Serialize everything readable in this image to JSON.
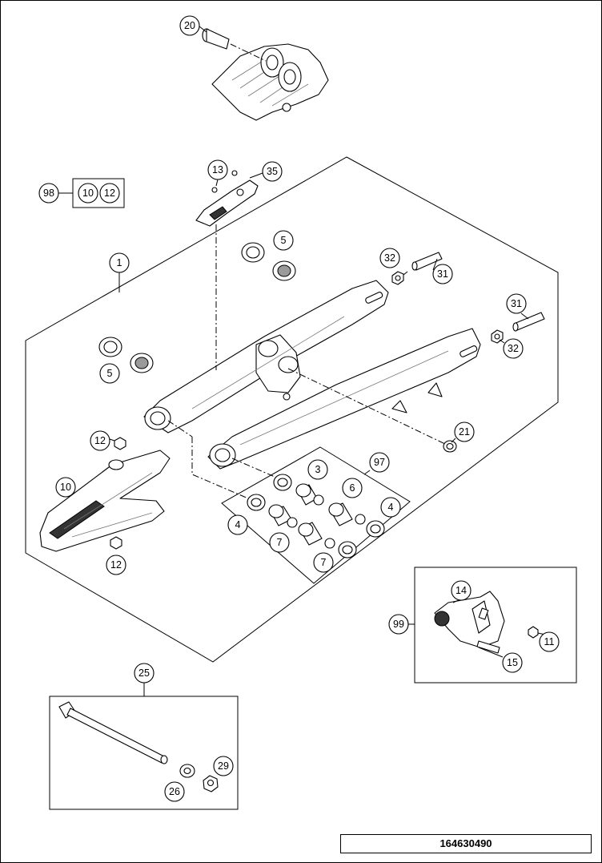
{
  "callouts": [
    {
      "id": "c20",
      "label": "20"
    },
    {
      "id": "c13",
      "label": "13"
    },
    {
      "id": "c35",
      "label": "35"
    },
    {
      "id": "c98",
      "label": "98"
    },
    {
      "id": "c10a",
      "label": "10"
    },
    {
      "id": "c12a",
      "label": "12"
    },
    {
      "id": "c1",
      "label": "1"
    },
    {
      "id": "c5a",
      "label": "5"
    },
    {
      "id": "c32a",
      "label": "32"
    },
    {
      "id": "c31a",
      "label": "31"
    },
    {
      "id": "c31b",
      "label": "31"
    },
    {
      "id": "c32b",
      "label": "32"
    },
    {
      "id": "c5b",
      "label": "5"
    },
    {
      "id": "c21",
      "label": "21"
    },
    {
      "id": "c12b",
      "label": "12"
    },
    {
      "id": "c97",
      "label": "97"
    },
    {
      "id": "c3",
      "label": "3"
    },
    {
      "id": "c6",
      "label": "6"
    },
    {
      "id": "c4a",
      "label": "4"
    },
    {
      "id": "c4b",
      "label": "4"
    },
    {
      "id": "c7a",
      "label": "7"
    },
    {
      "id": "c7b",
      "label": "7"
    },
    {
      "id": "c10b",
      "label": "10"
    },
    {
      "id": "c12c",
      "label": "12"
    },
    {
      "id": "c14",
      "label": "14"
    },
    {
      "id": "c99",
      "label": "99"
    },
    {
      "id": "c11",
      "label": "11"
    },
    {
      "id": "c15",
      "label": "15"
    },
    {
      "id": "c25",
      "label": "25"
    },
    {
      "id": "c29",
      "label": "29"
    },
    {
      "id": "c26",
      "label": "26"
    }
  ],
  "part_number": "164630490"
}
